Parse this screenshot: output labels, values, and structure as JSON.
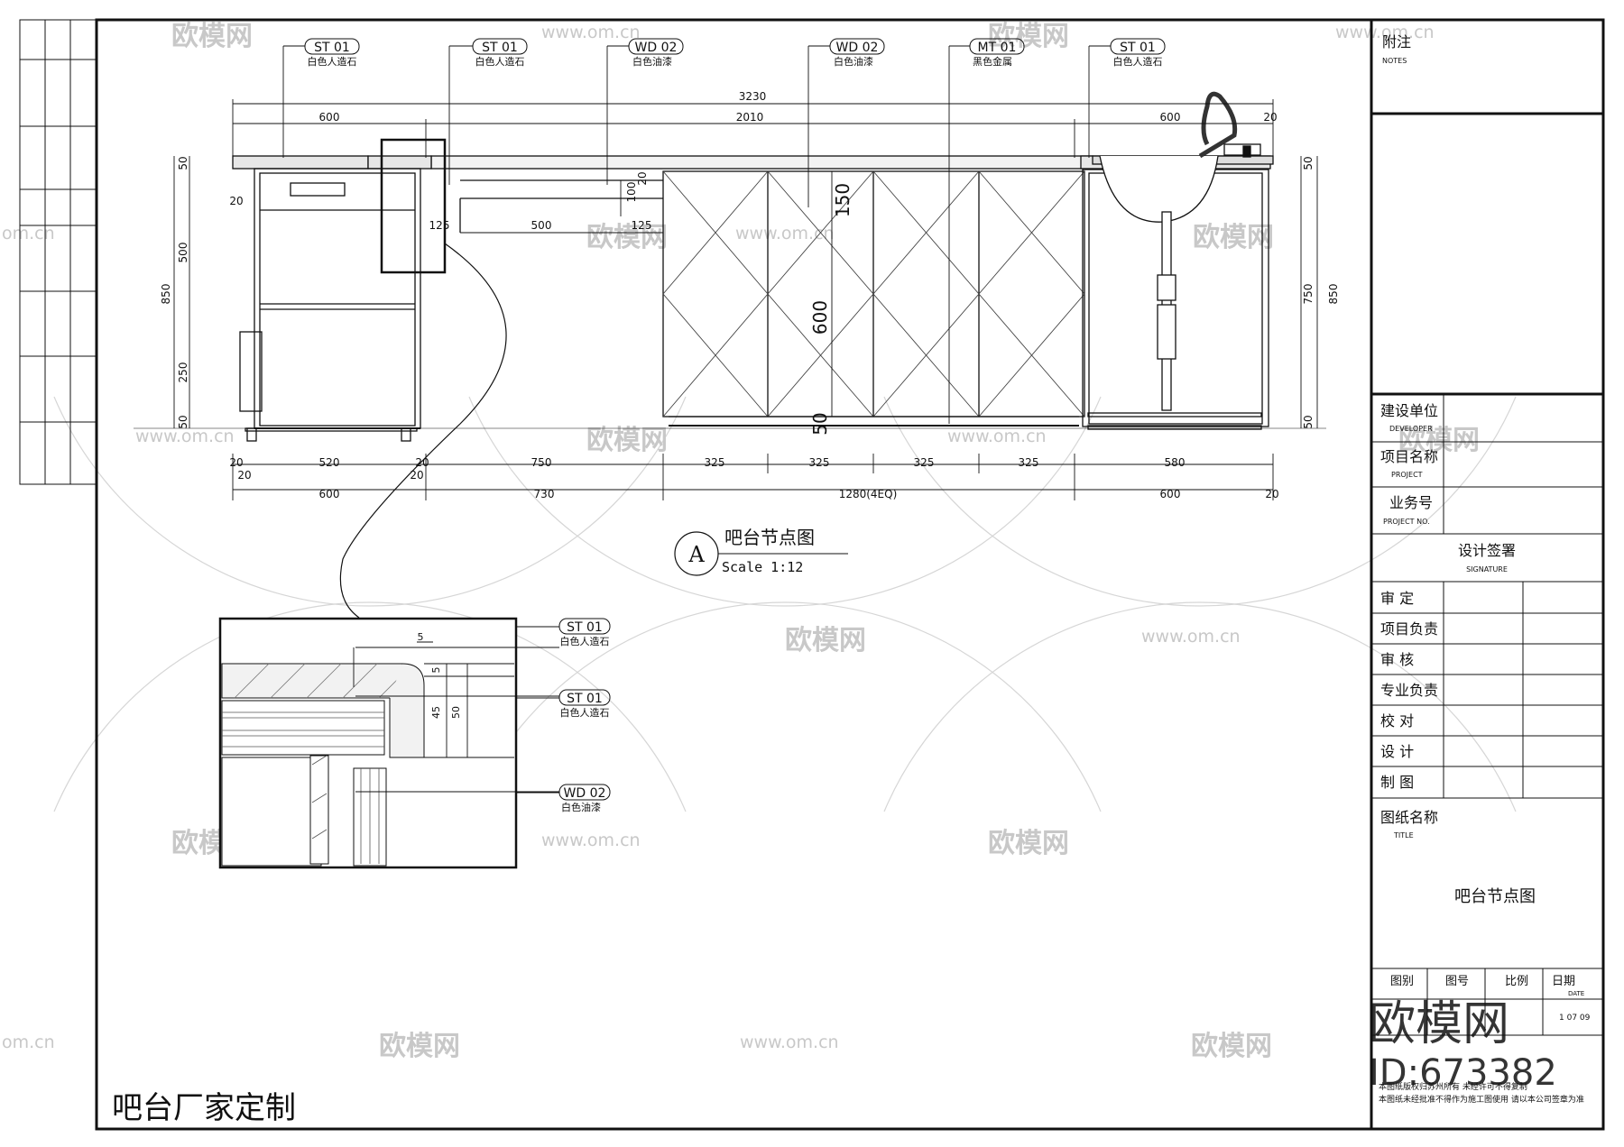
{
  "footer_note": "吧台厂家定制",
  "watermark": {
    "brand": "欧模网",
    "site": "www.om.cn",
    "site_partial": "om.cn",
    "id": "ID:673382"
  },
  "main_view": {
    "marker": "A",
    "title": "吧台节点图",
    "scale": "Scale 1:12"
  },
  "material_callouts": [
    {
      "code": "ST 01",
      "desc": "白色人造石"
    },
    {
      "code": "ST 01",
      "desc": "白色人造石"
    },
    {
      "code": "WD 02",
      "desc": "白色油漆"
    },
    {
      "code": "WD 02",
      "desc": "白色油漆"
    },
    {
      "code": "MT 01",
      "desc": "黑色金属"
    },
    {
      "code": "ST 01",
      "desc": "白色人造石"
    }
  ],
  "detail_callouts": [
    {
      "code": "ST 01",
      "desc": "白色人造石"
    },
    {
      "code": "ST 01",
      "desc": "白色人造石"
    },
    {
      "code": "WD 02",
      "desc": "白色油漆"
    }
  ],
  "dimensions": {
    "overall": "3230",
    "top_row": [
      "600",
      "2010",
      "600",
      "20"
    ],
    "height_left": [
      "50",
      "500",
      "250",
      "50",
      "850",
      "20"
    ],
    "height_right": [
      "50",
      "750",
      "850",
      "50"
    ],
    "inner": [
      "100",
      "20",
      "125",
      "500",
      "125",
      "150",
      "600",
      "50"
    ],
    "bottom_row1": [
      "20",
      "520",
      "20",
      "750",
      "325",
      "325",
      "325",
      "325",
      "580"
    ],
    "bottom_row1_sub": [
      "20",
      "20"
    ],
    "bottom_row2": [
      "600",
      "730",
      "1280(4EQ)",
      "600",
      "20"
    ],
    "detail": [
      "5",
      "5",
      "45",
      "50"
    ]
  },
  "title_block": {
    "notes_cn": "附注",
    "notes_en": "NOTES",
    "developer_cn": "建设单位",
    "developer_en": "DEVELOPER",
    "project_cn": "项目名称",
    "project_en": "PROJECT",
    "project_no_cn": "业务号",
    "project_no_en": "PROJECT NO.",
    "signature_cn": "设计签署",
    "signature_en": "SIGNATURE",
    "signature_rows": [
      "审 定",
      "项目负责",
      "审 核",
      "专业负责",
      "校 对",
      "设 计",
      "制 图"
    ],
    "title_cn": "图纸名称",
    "title_en": "TITLE",
    "drawing_title": "吧台节点图",
    "info_headers": [
      "图别",
      "图号",
      "比例",
      "日期"
    ],
    "date_fragment": "1 07 09",
    "date_fragment_en": "DATE",
    "footer_lines": [
      "本图纸版权归苏州所有 未经许可不得复制",
      "本图纸未经批准不得作为施工图使用 请以本公司签章为准"
    ]
  }
}
